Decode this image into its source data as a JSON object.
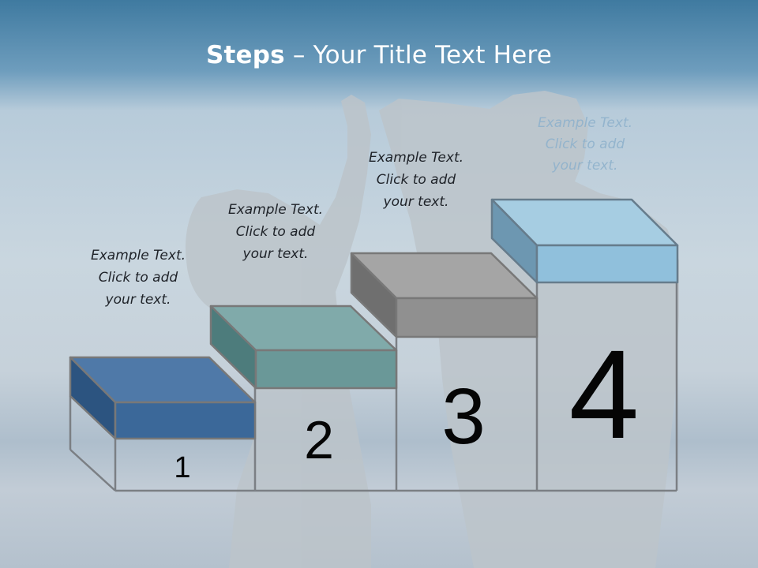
{
  "title": {
    "bold": "Steps",
    "rest": " – Your Title Text Here"
  },
  "steps": [
    {
      "number": "1",
      "caption": [
        "Example Text.",
        "Click  to add",
        "your text."
      ],
      "color": "#3f6f9f"
    },
    {
      "number": "2",
      "caption": [
        "Example Text.",
        "Click  to add",
        "your text."
      ],
      "color": "#5f9494"
    },
    {
      "number": "3",
      "caption": [
        "Example Text.",
        "Click  to add",
        "your text."
      ],
      "color": "#8c8c8c"
    },
    {
      "number": "4",
      "caption": [
        "Example Text.",
        "Click  to add",
        "your text."
      ],
      "color": "#8fbfdc"
    }
  ]
}
